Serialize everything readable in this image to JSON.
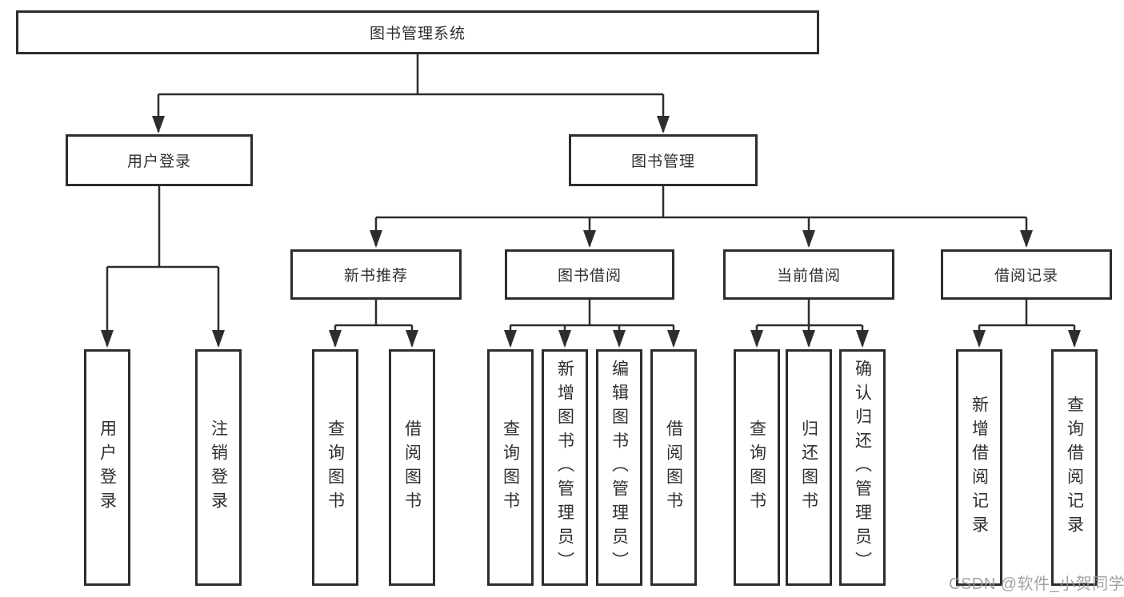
{
  "tree": {
    "label": "图书管理系统",
    "children": [
      {
        "label": "用户登录",
        "children": [
          {
            "label": "用户登录"
          },
          {
            "label": "注销登录"
          }
        ]
      },
      {
        "label": "图书管理",
        "children": [
          {
            "label": "新书推荐",
            "children": [
              {
                "label": "查询图书"
              },
              {
                "label": "借阅图书"
              }
            ]
          },
          {
            "label": "图书借阅",
            "children": [
              {
                "label": "查询图书"
              },
              {
                "label": "新增图书（管理员）"
              },
              {
                "label": "编辑图书（管理员）"
              },
              {
                "label": "借阅图书"
              }
            ]
          },
          {
            "label": "当前借阅",
            "children": [
              {
                "label": "查询图书"
              },
              {
                "label": "归还图书"
              },
              {
                "label": "确认归还（管理员）"
              }
            ]
          },
          {
            "label": "借阅记录",
            "children": [
              {
                "label": "新增借阅记录"
              },
              {
                "label": "查询借阅记录"
              }
            ]
          }
        ]
      }
    ]
  },
  "watermark": {
    "text": "CSDN @软件_小贺同学"
  },
  "colors": {
    "line": "#2d2d2d",
    "box_border": "#2d2d2d",
    "text": "#2f2f2f",
    "watermark": "#999999",
    "background": "#ffffff"
  }
}
